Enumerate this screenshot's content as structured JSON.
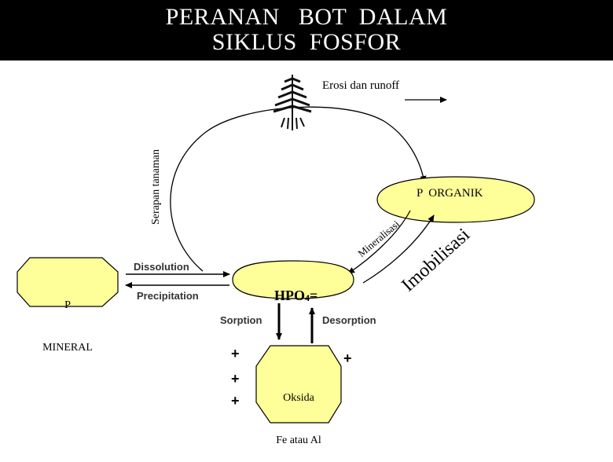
{
  "title": {
    "line1": "PERANAN   BOT  DALAM",
    "line2": "SIKLUS  FOSFOR"
  },
  "labels": {
    "erosi": "Erosi dan runoff",
    "serapan": "Serapan tanaman",
    "p_organik": "P  ORGANIK",
    "mineralisasi": "Mineralisasi",
    "imobilisasi": "Imobilisasi",
    "p_mineral_1": "P",
    "p_mineral_2": "MINERAL",
    "dissolution": "Dissolution",
    "precipitation": "Precipitation",
    "hpo4_main": "HPO",
    "hpo4_sub": "4",
    "hpo4_charge": "=",
    "sorption": "Sorption",
    "desorption": "Desorption",
    "oksida_1": "Oksida",
    "oksida_2": "Fe atau Al",
    "plus": "+"
  },
  "colors": {
    "box_fill": "#ffff99",
    "header_bg": "#000000",
    "title_text": "#ffffff"
  }
}
